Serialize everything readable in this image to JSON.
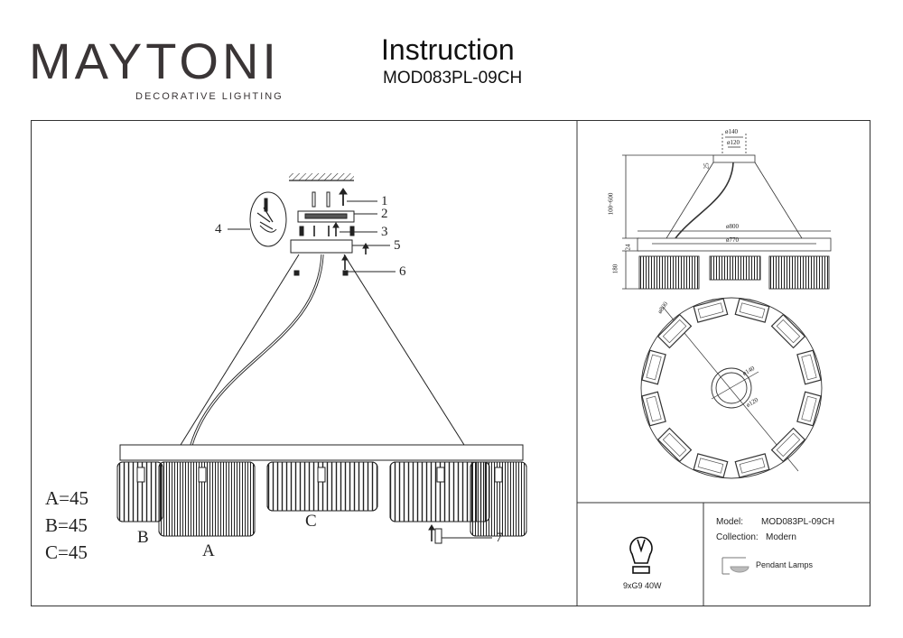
{
  "header": {
    "brand": "MAYTONI",
    "tagline": "DECORATIVE LIGHTING",
    "title": "Instruction",
    "model_code": "MOD083PL-09CH"
  },
  "assembly": {
    "quantities": [
      "A=45",
      "B=45",
      "C=45"
    ],
    "part_labels": {
      "a": "A",
      "b": "B",
      "c": "C"
    },
    "callouts": [
      "1",
      "2",
      "3",
      "4",
      "5",
      "6",
      "7"
    ]
  },
  "dimensions": {
    "d140": "ø140",
    "d120": "ø120",
    "h25": "25",
    "cable": "100~600",
    "d800": "ø800",
    "d770": "ø770",
    "h24": "24",
    "h180": "180",
    "d800b": "ø800",
    "d140b": "ø140",
    "d120b": "ø120"
  },
  "lamp": {
    "spec": "9xG9 40W"
  },
  "info": {
    "model_label": "Model:",
    "model_value": "MOD083PL-09CH",
    "collection_label": "Collection:",
    "collection_value": "Modern",
    "type": "Pendant Lamps"
  },
  "colors": {
    "brand_text": "#3a3536",
    "brand_accent": "#7a2a6a",
    "line": "#333333"
  }
}
